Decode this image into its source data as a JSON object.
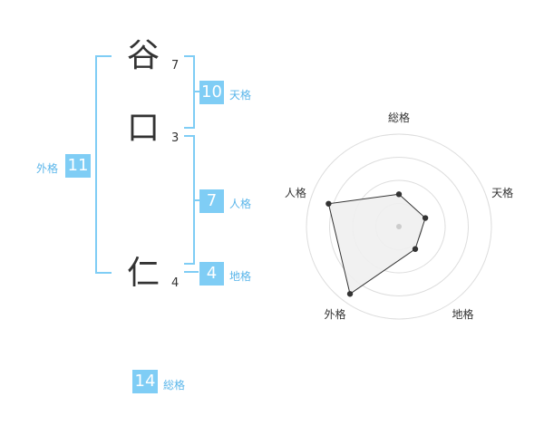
{
  "name": {
    "chars": [
      {
        "char": "谷",
        "strokes": "7"
      },
      {
        "char": "口",
        "strokes": "3"
      },
      {
        "char": "仁",
        "strokes": "4"
      }
    ]
  },
  "kaku": {
    "tenkaku": {
      "value": "10",
      "label": "天格"
    },
    "jinkaku": {
      "value": "7",
      "label": "人格"
    },
    "chikaku": {
      "value": "4",
      "label": "地格"
    },
    "gaikaku": {
      "value": "11",
      "label": "外格"
    },
    "soukaku": {
      "value": "14",
      "label": "総格"
    }
  },
  "colors": {
    "accent": "#7fcdf5",
    "label": "#5bb6ea",
    "text": "#333333",
    "grid": "#dddddd",
    "fill": "#efefef"
  },
  "chart_data": {
    "type": "radar",
    "axes": [
      "総格",
      "天格",
      "地格",
      "外格",
      "人格"
    ],
    "values": [
      0.35,
      0.3,
      0.3,
      0.9,
      0.8
    ],
    "rings": 4
  }
}
